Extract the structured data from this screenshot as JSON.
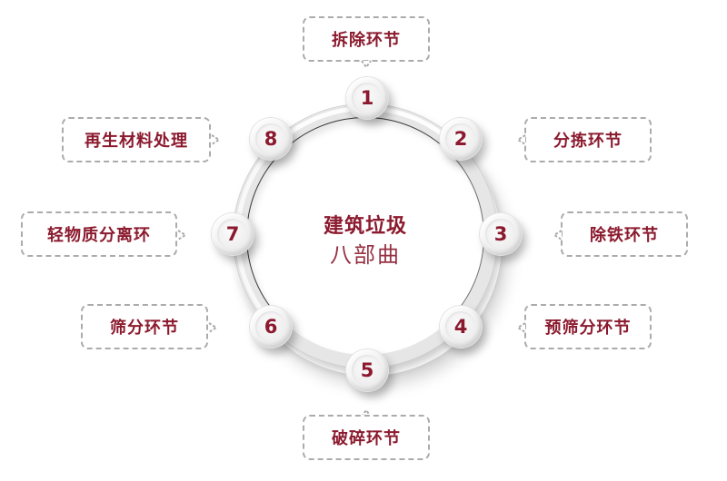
{
  "diagram": {
    "type": "radial-cycle",
    "center": {
      "title": "建筑垃圾",
      "subtitle": "八部曲"
    },
    "colors": {
      "accent": "#8b1a2e",
      "dash_border": "#ababab",
      "ring": "#e6e6e6",
      "background": "#ffffff"
    },
    "steps": [
      {
        "number": "1",
        "label": "拆除环节"
      },
      {
        "number": "2",
        "label": "分拣环节"
      },
      {
        "number": "3",
        "label": "除铁环节"
      },
      {
        "number": "4",
        "label": "预筛分环节"
      },
      {
        "number": "5",
        "label": "破碎环节"
      },
      {
        "number": "6",
        "label": "筛分环节"
      },
      {
        "number": "7",
        "label": "轻物质分离环"
      },
      {
        "number": "8",
        "label": "再生材料处理"
      }
    ]
  }
}
